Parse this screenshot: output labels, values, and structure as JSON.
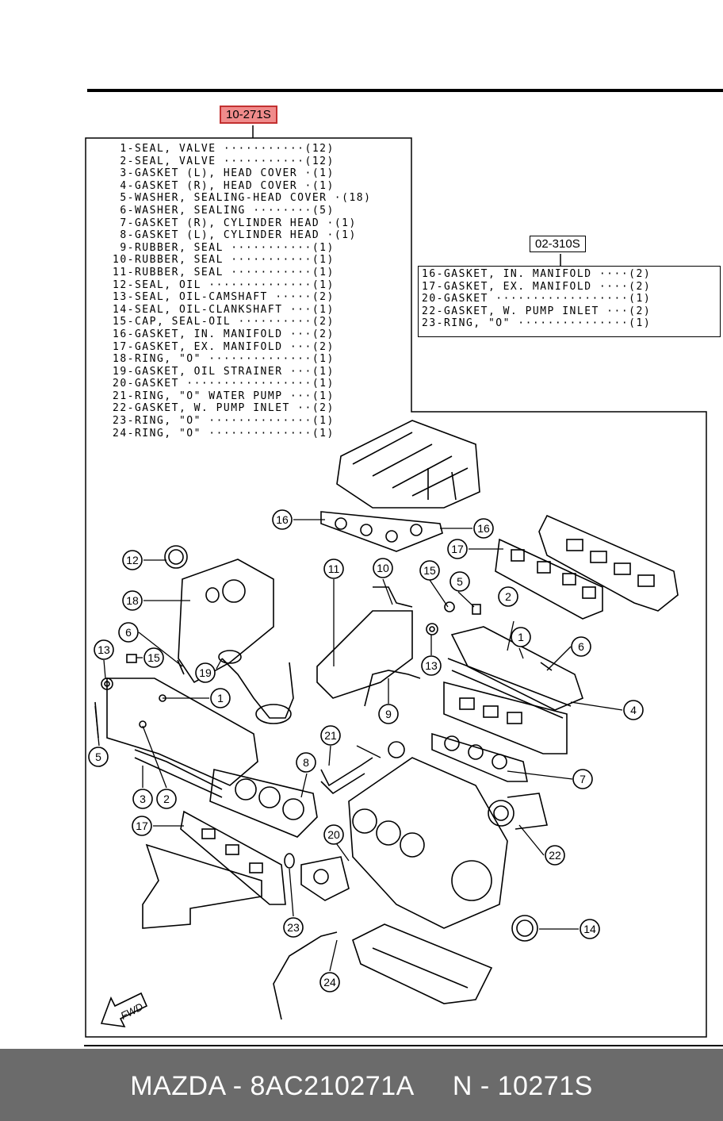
{
  "kit_main": {
    "code": "10-271S",
    "items": [
      {
        "num": "1",
        "name": "SEAL, VALVE",
        "qty": "(12)"
      },
      {
        "num": "2",
        "name": "SEAL, VALVE",
        "qty": "(12)"
      },
      {
        "num": "3",
        "name": "GASKET (L), HEAD COVER",
        "qty": "(1)"
      },
      {
        "num": "4",
        "name": "GASKET (R), HEAD COVER",
        "qty": "(1)"
      },
      {
        "num": "5",
        "name": "WASHER, SEALING-HEAD COVER",
        "qty": "(18)"
      },
      {
        "num": "6",
        "name": "WASHER, SEALING",
        "qty": "(5)"
      },
      {
        "num": "7",
        "name": "GASKET (R), CYLINDER HEAD",
        "qty": "(1)"
      },
      {
        "num": "8",
        "name": "GASKET (L), CYLINDER HEAD",
        "qty": "(1)"
      },
      {
        "num": "9",
        "name": "RUBBER, SEAL",
        "qty": "(1)"
      },
      {
        "num": "10",
        "name": "RUBBER, SEAL",
        "qty": "(1)"
      },
      {
        "num": "11",
        "name": "RUBBER, SEAL",
        "qty": "(1)"
      },
      {
        "num": "12",
        "name": "SEAL, OIL",
        "qty": "(1)"
      },
      {
        "num": "13",
        "name": "SEAL, OIL-CAMSHAFT",
        "qty": "(2)"
      },
      {
        "num": "14",
        "name": "SEAL, OIL-CLANKSHAFT",
        "qty": "(1)"
      },
      {
        "num": "15",
        "name": "CAP, SEAL-OIL",
        "qty": "(2)"
      },
      {
        "num": "16",
        "name": "GASKET, IN. MANIFOLD",
        "qty": "(2)"
      },
      {
        "num": "17",
        "name": "GASKET, EX. MANIFOLD",
        "qty": "(2)"
      },
      {
        "num": "18",
        "name": "RING, \"O\"",
        "qty": "(1)"
      },
      {
        "num": "19",
        "name": "GASKET, OIL STRAINER",
        "qty": "(1)"
      },
      {
        "num": "20",
        "name": "GASKET",
        "qty": "(1)"
      },
      {
        "num": "21",
        "name": "RING, \"O\" WATER PUMP",
        "qty": "(1)"
      },
      {
        "num": "22",
        "name": "GASKET, W. PUMP INLET",
        "qty": "(2)"
      },
      {
        "num": "23",
        "name": "RING, \"O\"",
        "qty": "(1)"
      },
      {
        "num": "24",
        "name": "RING, \"O\"",
        "qty": "(1)"
      }
    ]
  },
  "kit_secondary": {
    "code": "02-310S",
    "items": [
      {
        "num": "16",
        "name": "GASKET, IN. MANIFOLD",
        "qty": "(2)"
      },
      {
        "num": "17",
        "name": "GASKET, EX. MANIFOLD",
        "qty": "(2)"
      },
      {
        "num": "20",
        "name": "GASKET",
        "qty": "(1)"
      },
      {
        "num": "22",
        "name": "GASKET, W. PUMP INLET",
        "qty": "(2)"
      },
      {
        "num": "23",
        "name": "RING, \"O\"",
        "qty": "(1)"
      }
    ]
  },
  "diagram": {
    "fwd_label": "FWD",
    "callouts": [
      "1",
      "2",
      "3",
      "4",
      "5",
      "6",
      "7",
      "8",
      "9",
      "10",
      "11",
      "12",
      "13",
      "14",
      "15",
      "16",
      "17",
      "18",
      "19",
      "20",
      "21",
      "22",
      "23",
      "24"
    ]
  },
  "footer": {
    "brand_part": "MAZDA - 8AC210271A",
    "ref": "N - 10271S"
  },
  "colors": {
    "highlight": "#f08b8b",
    "footer_bg": "#6b6b6b"
  }
}
